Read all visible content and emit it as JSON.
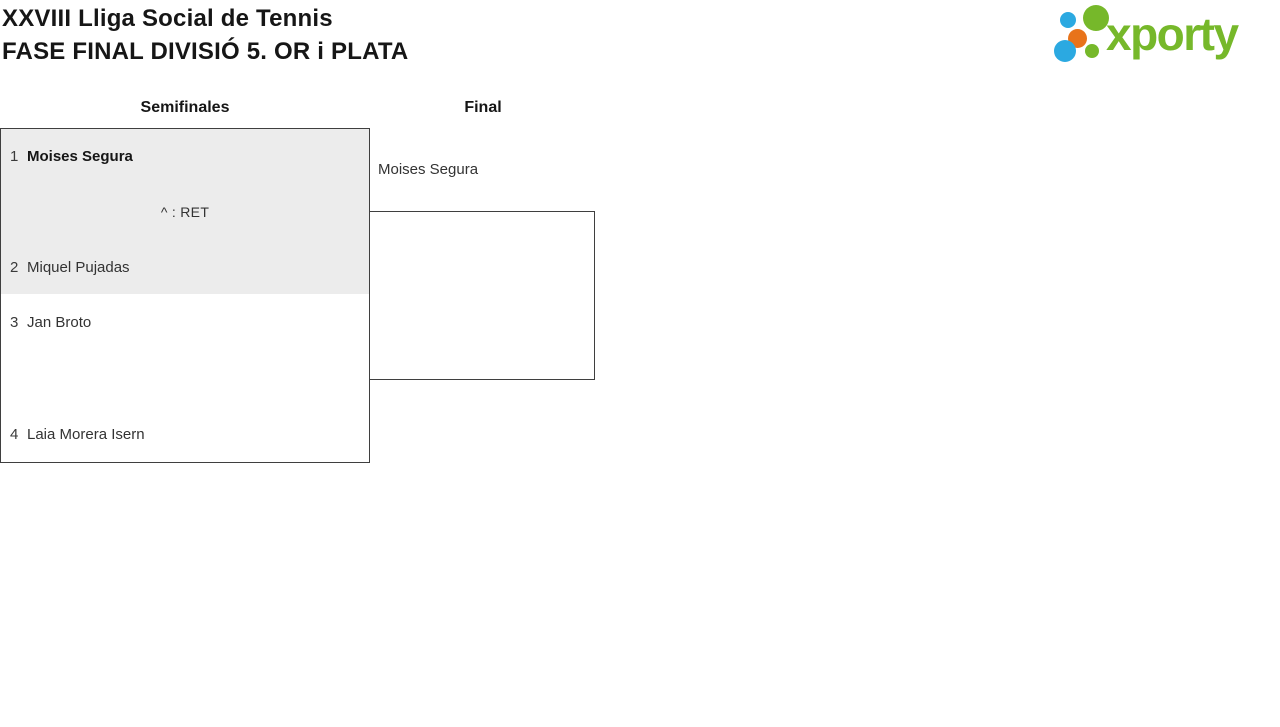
{
  "header": {
    "title_line1": "XXVIII Lliga Social de Tennis",
    "title_line2": "FASE FINAL DIVISIÓ 5. OR i PLATA"
  },
  "logo": {
    "text": "xporty",
    "colors": {
      "green": "#76b82a",
      "blue": "#2ba9e1",
      "orange": "#e8731a"
    }
  },
  "colors": {
    "match_highlight": "#ececec",
    "box_border": "#3f3f3f",
    "text": "#333333"
  },
  "bracket": {
    "rounds": [
      {
        "label": "Semifinales"
      },
      {
        "label": "Final"
      }
    ],
    "matches": [
      {
        "name": "semifinal-1",
        "highlighted": true,
        "player1": {
          "seed": "1",
          "name": "Moises Segura",
          "winner": true
        },
        "result": "^ : RET",
        "player2": {
          "seed": "2",
          "name": "Miquel Pujadas",
          "winner": false
        }
      },
      {
        "name": "semifinal-2",
        "highlighted": false,
        "player1": {
          "seed": "3",
          "name": "Jan Broto",
          "winner": false
        },
        "result": "",
        "player2": {
          "seed": "4",
          "name": "Laia Morera Isern",
          "winner": false
        }
      }
    ],
    "final": {
      "player1": "Moises Segura"
    }
  }
}
